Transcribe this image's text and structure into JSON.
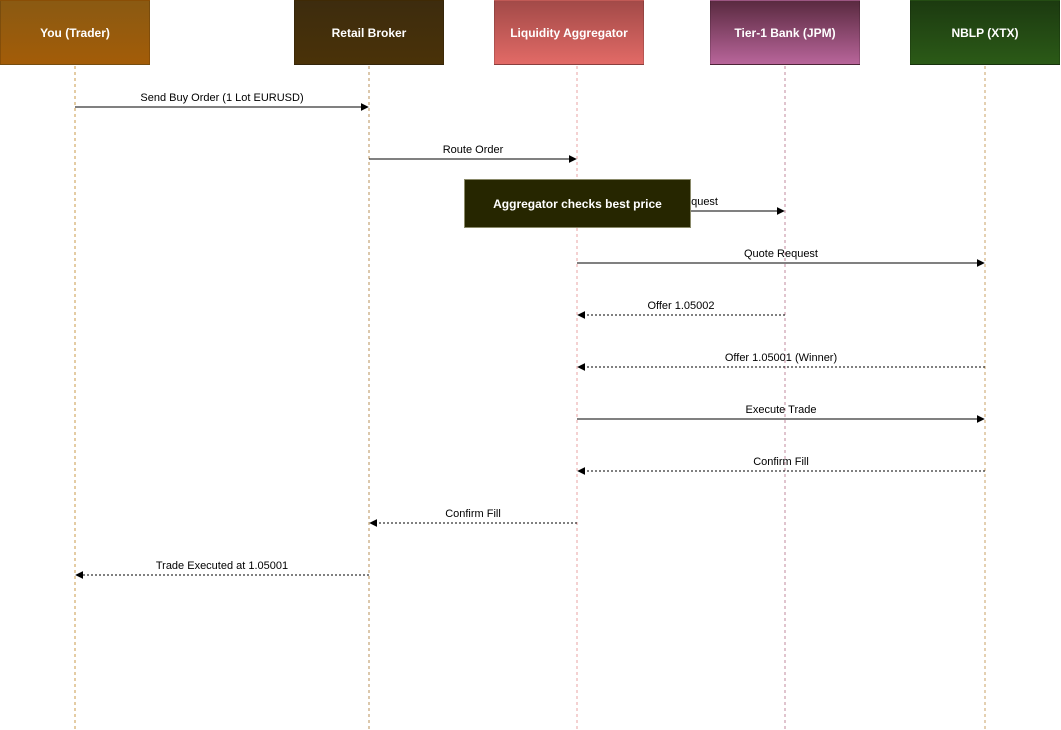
{
  "actors": [
    {
      "label": "You (Trader)",
      "color_top": "#8a5a12",
      "color_bottom": "#a35c08",
      "lifeline_color": "#c99a4a"
    },
    {
      "label": "Retail Broker",
      "color_top": "#3d2c0e",
      "color_bottom": "#4a3208",
      "lifeline_color": "#b8925a"
    },
    {
      "label": "Liquidity Aggregator",
      "color_top": "#a24a48",
      "color_bottom": "#e26a66",
      "lifeline_color": "#e8a3a3"
    },
    {
      "label": "Tier-1 Bank (JPM)",
      "color_top": "#5a2a40",
      "color_bottom": "#b8659a",
      "lifeline_color": "#c28a9c"
    },
    {
      "label": "NBLP (XTX)",
      "color_top": "#1c3a10",
      "color_bottom": "#2b5a17",
      "lifeline_color": "#c8a064"
    }
  ],
  "note": {
    "label": "Aggregator checks best price",
    "color": "#262600"
  },
  "messages": [
    {
      "label": "Send Buy Order (1 Lot EURUSD)",
      "from": 0,
      "to": 1,
      "style": "solid"
    },
    {
      "label": "Route Order",
      "from": 1,
      "to": 2,
      "style": "solid"
    },
    {
      "label": "Quote Request",
      "from": 2,
      "to": 3,
      "style": "solid"
    },
    {
      "label": "Quote Request",
      "from": 2,
      "to": 4,
      "style": "solid"
    },
    {
      "label": "Offer 1.05002",
      "from": 3,
      "to": 2,
      "style": "dotted"
    },
    {
      "label": "Offer 1.05001 (Winner)",
      "from": 4,
      "to": 2,
      "style": "dotted"
    },
    {
      "label": "Execute Trade",
      "from": 2,
      "to": 4,
      "style": "solid"
    },
    {
      "label": "Confirm Fill",
      "from": 4,
      "to": 2,
      "style": "dotted"
    },
    {
      "label": "Confirm Fill",
      "from": 2,
      "to": 1,
      "style": "dotted"
    },
    {
      "label": "Trade Executed at 1.05001",
      "from": 1,
      "to": 0,
      "style": "dotted"
    }
  ]
}
